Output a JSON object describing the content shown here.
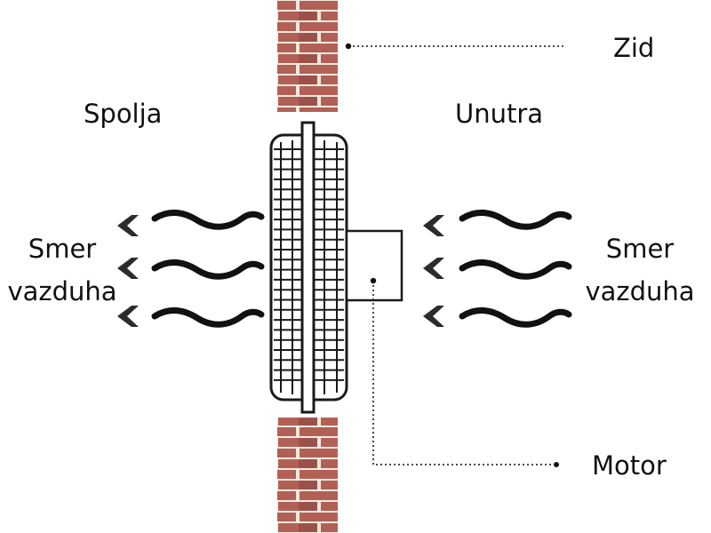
{
  "labels": {
    "wall": "Zid",
    "outside": "Spolja",
    "inside": "Unutra",
    "airflow_left_line1": "Smer",
    "airflow_left_line2": "vazduha",
    "airflow_right_line1": "Smer",
    "airflow_right_line2": "vazduha",
    "motor": "Motor"
  },
  "colors": {
    "brick": "#a84a3e",
    "brick_dark": "#7d2f28",
    "mortar": "#eee6db",
    "ink": "#111111",
    "arrow": "#2b2b2b"
  },
  "icons": {
    "fan": "exhaust-fan-icon",
    "wall": "brick-wall-icon",
    "airflow": "wavy-airflow-icon"
  }
}
